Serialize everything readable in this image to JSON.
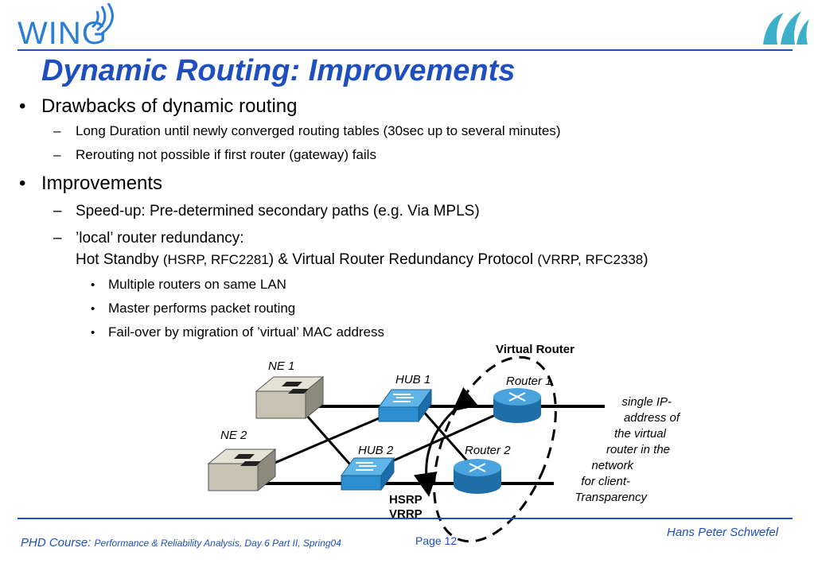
{
  "header": {
    "logo_text": "WING",
    "title": "Dynamic Routing: Improvements"
  },
  "content": {
    "b1": "Drawbacks of dynamic routing",
    "b1_1": "Long Duration until newly converged routing tables (30sec up to several minutes)",
    "b1_2": "Rerouting not possible if first router (gateway) fails",
    "b2": "Improvements",
    "b2_1": "Speed-up: Pre-determined secondary paths (e.g. Via MPLS)",
    "b2_2_line1": "’local’ router redundancy:",
    "b2_2_hot": "Hot Standby ",
    "b2_2_hsrp": "(HSRP, RFC2281",
    "b2_2_mid": ") & Virtual Router Redundancy Protocol ",
    "b2_2_vrrp": "(VRRP, RFC2338",
    "b2_2_end": ")",
    "sub1": "Multiple routers on same LAN",
    "sub2": "Master performs packet routing",
    "sub3": "Fail-over by migration of ’virtual’ MAC address",
    "markers": {
      "bullet": "•",
      "dash": "–"
    }
  },
  "diagram": {
    "virtual_router": "Virtual Router",
    "ne1": "NE 1",
    "ne2": "NE 2",
    "hub1": "HUB 1",
    "hub2": "HUB 2",
    "router1": "Router 1",
    "router2": "Router 2",
    "hsrp": "HSRP",
    "vrrp": "VRRP",
    "note": [
      "single IP-",
      "address of",
      "the virtual",
      "router in the",
      "network",
      "for client-",
      "Transparency"
    ]
  },
  "footer": {
    "course_label": "PHD Course: ",
    "course_detail": "Performance & Reliability Analysis, Day 6 Part II, Spring04",
    "page": "Page 12",
    "author": "Hans Peter Schwefel"
  },
  "colors": {
    "accent": "#1f4fbf",
    "logo": "#2a7fd4",
    "hub": "#2b8fd0",
    "router": "#2b7fc0",
    "swoosh": "#3bb0c8"
  }
}
